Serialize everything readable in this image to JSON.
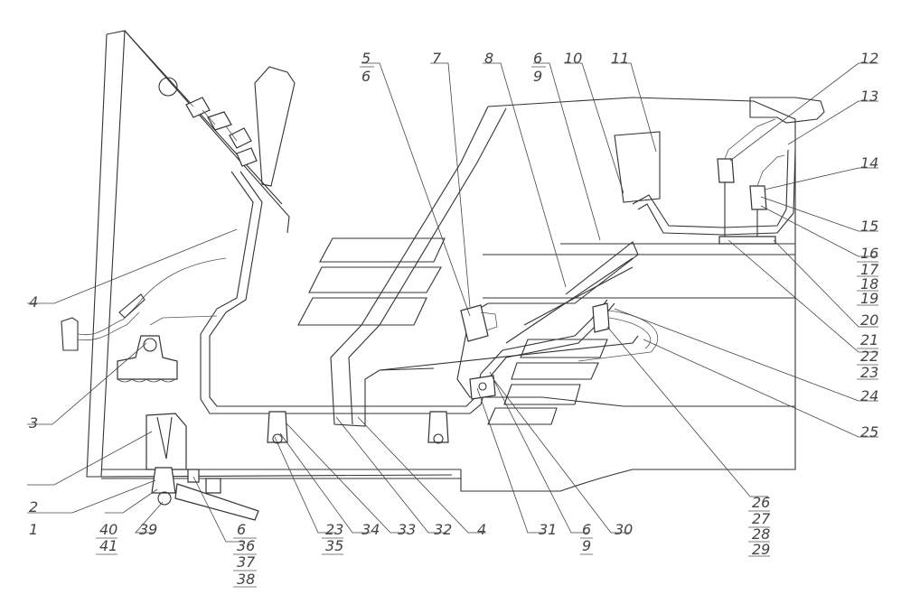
{
  "callouts": {
    "c1": "1",
    "c2": "2",
    "c3": "3",
    "c4a": "4",
    "c4b": "4",
    "c5": "5",
    "c6_5": "6",
    "c7": "7",
    "c8": "8",
    "c6_9a": "6",
    "c9a": "9",
    "c10": "10",
    "c11": "11",
    "c12": "12",
    "c13": "13",
    "c14": "14",
    "c15": "15",
    "c16": "16",
    "c17": "17",
    "c18": "18",
    "c19": "19",
    "c20": "20",
    "c21": "21",
    "c22": "22",
    "c23a": "23",
    "c24": "24",
    "c25": "25",
    "c26": "26",
    "c27": "27",
    "c28": "28",
    "c29": "29",
    "c30": "30",
    "c31": "31",
    "c6_9b": "6",
    "c9b": "9",
    "c32": "32",
    "c33": "33",
    "c34": "34",
    "c23b": "23",
    "c35": "35",
    "c6_36": "6",
    "c36": "36",
    "c37": "37",
    "c38": "38",
    "c39": "39",
    "c40": "40",
    "c41": "41"
  }
}
